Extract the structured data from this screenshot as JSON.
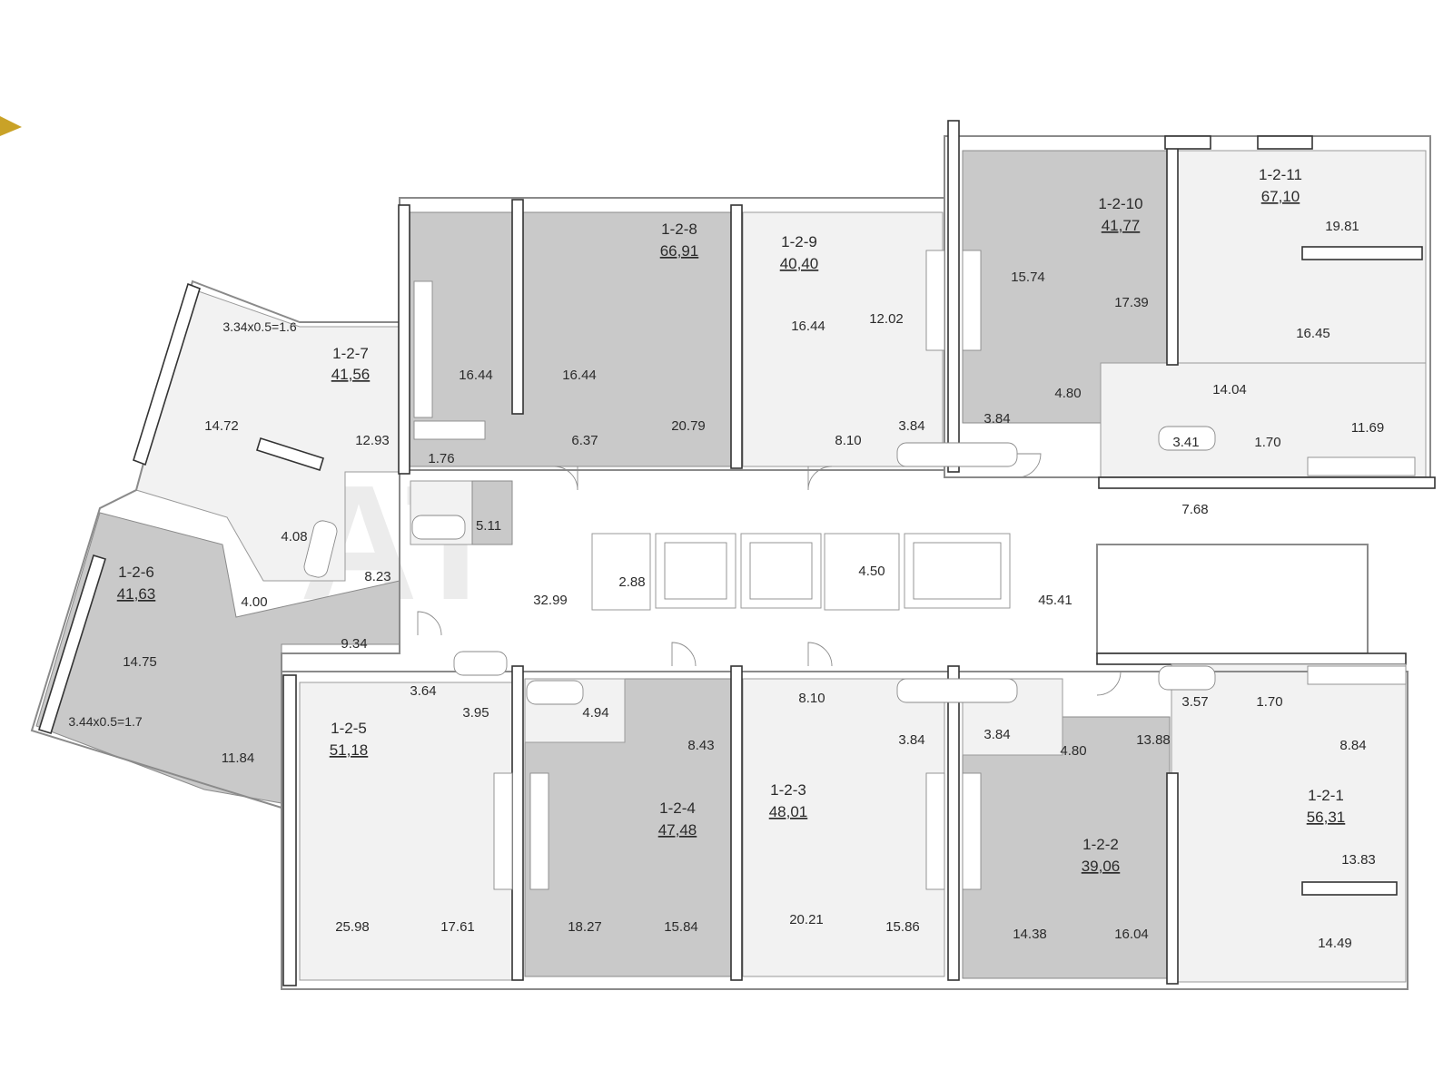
{
  "colors": {
    "accent_arrow": "#c9a227",
    "apartment_light": "#f2f2f2",
    "apartment_dark": "#c9c9c9"
  },
  "apartments": [
    {
      "id": "1-2-1",
      "total": "56,31"
    },
    {
      "id": "1-2-2",
      "total": "39,06"
    },
    {
      "id": "1-2-3",
      "total": "48,01"
    },
    {
      "id": "1-2-4",
      "total": "47,48"
    },
    {
      "id": "1-2-5",
      "total": "51,18"
    },
    {
      "id": "1-2-6",
      "total": "41,63"
    },
    {
      "id": "1-2-7",
      "total": "41,56"
    },
    {
      "id": "1-2-8",
      "total": "66,91"
    },
    {
      "id": "1-2-9",
      "total": "40,40"
    },
    {
      "id": "1-2-10",
      "total": "41,77"
    },
    {
      "id": "1-2-11",
      "total": "67,10"
    }
  ],
  "balconies": [
    "3.34x0.5=1.6",
    "3.44x0.5=1.7"
  ],
  "room_areas": [
    "14.72",
    "12.93",
    "4.08",
    "8.23",
    "4.00",
    "9.34",
    "14.75",
    "11.84",
    "16.44",
    "16.44",
    "1.76",
    "6.37",
    "20.79",
    "5.11",
    "16.44",
    "12.02",
    "8.10",
    "3.84",
    "3.84",
    "15.74",
    "17.39",
    "4.80",
    "19.81",
    "16.45",
    "14.04",
    "3.41",
    "1.70",
    "11.69",
    "7.68",
    "32.99",
    "2.88",
    "4.50",
    "45.41",
    "3.64",
    "3.95",
    "4.94",
    "8.43",
    "8.10",
    "3.84",
    "3.84",
    "4.80",
    "25.98",
    "17.61",
    "18.27",
    "15.84",
    "20.21",
    "15.86",
    "14.38",
    "16.04",
    "13.88",
    "3.57",
    "1.70",
    "8.84",
    "13.83",
    "14.49"
  ]
}
